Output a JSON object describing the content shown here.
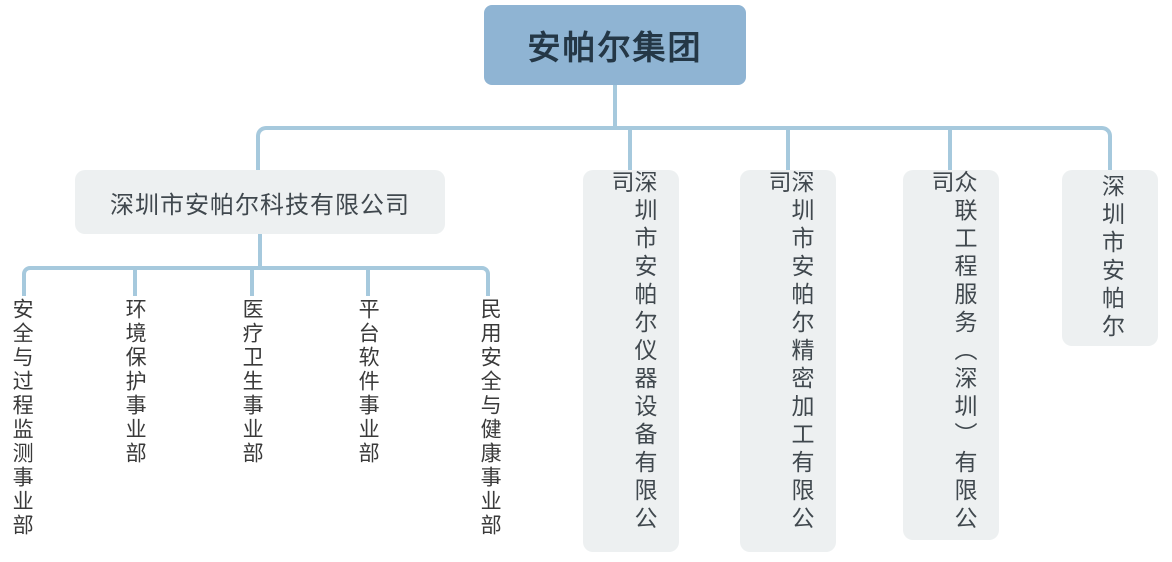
{
  "root": {
    "label": "安帕尔集团"
  },
  "subsidiaries": [
    {
      "label": "深圳市安帕尔科技有限公司",
      "orientation": "horizontal",
      "divisions": [
        "安全与过程监测事业部",
        "环境保护事业部",
        "医疗卫生事业部",
        "平台软件事业部",
        "民用安全与健康事业部"
      ]
    },
    {
      "label": "深圳市安帕尔仪器设备有限公司",
      "orientation": "vertical"
    },
    {
      "label": "深圳市安帕尔精密加工有限公司",
      "orientation": "vertical"
    },
    {
      "label": "众联工程服务（深圳）有限公司",
      "orientation": "vertical"
    },
    {
      "label": "深圳市安帕尔",
      "orientation": "vertical"
    }
  ],
  "colors": {
    "root_bg": "#8FB4D3",
    "root_text": "#243746",
    "line": "#A6C9DD",
    "node_bg": "#EDF0F1",
    "node_text": "#40484e",
    "division_text": "#3a3a3a"
  }
}
